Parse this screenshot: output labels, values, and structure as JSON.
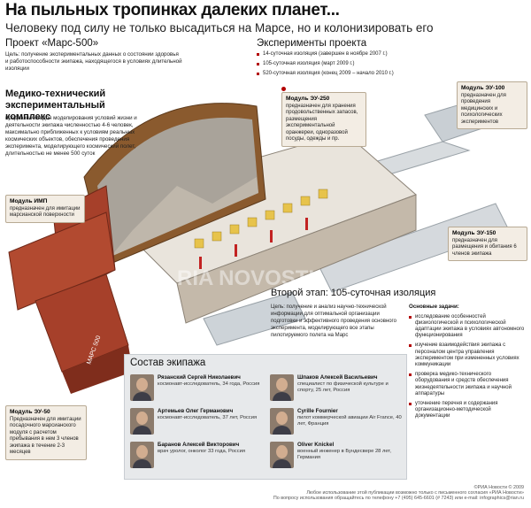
{
  "header": {
    "title": "На пыльных тропинках далеких планет...",
    "subtitle": "Человеку под силу не только высадиться на Марсе, но и колонизировать его"
  },
  "project": {
    "title": "Проект «Марс-500»",
    "text": "Цель: получение экспериментальных данных о состоянии здоровья и работоспособности экипажа, находящегося в условиях длительной изоляции"
  },
  "experiments": {
    "title": "Эксперименты проекта",
    "items": [
      "14-суточная изоляция (завершен в ноябре 2007 г.)",
      "105-суточная изоляция (март 2009 г.)",
      "520-суточная изоляция (конец 2009 – начало 2010 г.)"
    ]
  },
  "complex": {
    "title": "Медико-технический экспериментальный комплекс",
    "text": "предназначен для моделирования условий жизни и деятельности экипажа численностью 4-6 человек, максимально приближенных к условиям реальных космических объектов, обеспечения проведения эксперимента, моделирующего космический полет, длительностью не менее 500 суток"
  },
  "modules": {
    "eu250": {
      "title": "Модуль ЭУ-250",
      "text": "предназначен для хранения продовольственных запасов, размещения экспериментальной оранжереи, одноразовой посуды, одежды и пр."
    },
    "eu100": {
      "title": "Модуль ЭУ-100",
      "text": "предназначен для проведения медицинских и психологических экспериментов"
    },
    "imp": {
      "title": "Модуль ИМП",
      "text": "предназначен для имитации марсианской поверхности"
    },
    "eu150": {
      "title": "Модуль ЭУ-150",
      "text": "предназначен для размещения и обитания 6 членов экипажа"
    },
    "eu50": {
      "title": "Модуль ЭУ-50",
      "text": "Предназначен для имитации посадочного марсианского модуля с расчетом пребывания в нем 3 членов экипажа в течение 2-3 месяцев"
    }
  },
  "stage2": {
    "title": "Второй этап: 105-суточная изоляция",
    "goal": "Цель: получение и анализ научно-технической информации для оптимальной организации подготовки и эффективного проведения основного эксперимента, моделирующего все этапы пилотируемого полета на Марс",
    "tasks_title": "Основные задачи:",
    "tasks": [
      "исследование особенностей физиологической и психологической адаптации экипажа в условиях автономного функционирования",
      "изучение взаимодействия экипажа с персоналом центра управления экспериментом при измененных условиях коммуникации",
      "проверка медико-технического оборудования и средств обеспечения жизнедеятельности экипажа и научной аппаратуры",
      "уточнение перечня и содержания организационно-методической документации"
    ]
  },
  "crew": {
    "title": "Состав экипажа",
    "members": [
      {
        "name": "Рязанский Сергей Николаевич",
        "role": "космонавт-исследователь, 34 года, Россия"
      },
      {
        "name": "Шпаков Алексей Васильевич",
        "role": "специалист по физической культуре и спорту, 25 лет, Россия"
      },
      {
        "name": "Артемьев Олег Германович",
        "role": "космонавт-исследователь, 37 лет, Россия"
      },
      {
        "name": "Cyrille Fournier",
        "role": "пилот коммерческой авиации Air France, 40 лет, Франция"
      },
      {
        "name": "Баранов Алексей Викторович",
        "role": "врач уролог, онколог 33 года, Россия"
      },
      {
        "name": "Oliver Knickel",
        "role": "военный инженер в Бундесвере 28 лет, Германия"
      }
    ]
  },
  "watermark": "RIA NOVOSTI",
  "module_sign": "МАРС 500",
  "footer": {
    "line1": "©РИА Новости © 2009",
    "line2": "Любое использование этой публикации возможно только с письменного согласия «РИА Новости»",
    "line3": "По вопросу использования обращайтесь по телефону +7 (495) 645-6601 (# 7243) или e-mail: infographics@rian.ru"
  },
  "colors": {
    "accent": "#b30000",
    "module_bg": "#f3ede4",
    "crew_bg": "#e7e9eb",
    "brick": "#a6402a"
  }
}
